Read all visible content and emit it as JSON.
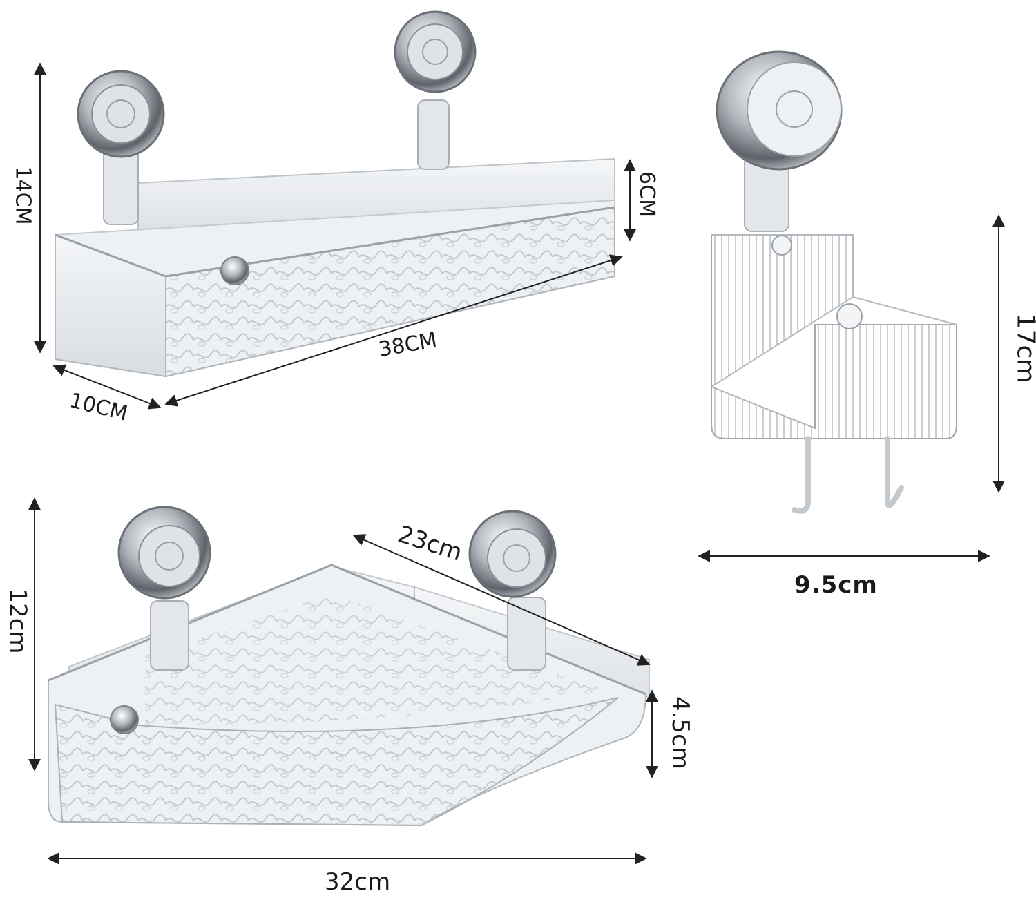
{
  "labels": {
    "tray_height": "14CM",
    "tray_depth": "6CM",
    "tray_length": "38CM",
    "tray_width": "10CM",
    "holder_height": "17cm",
    "holder_width": "9.5cm",
    "corner_height": "12cm",
    "corner_side": "23cm",
    "corner_depth": "4.5cm",
    "corner_width": "32cm"
  },
  "colors": {
    "dimension_line": "#222222",
    "acrylic": "#e9ecef",
    "chrome": "#8a8f96"
  }
}
